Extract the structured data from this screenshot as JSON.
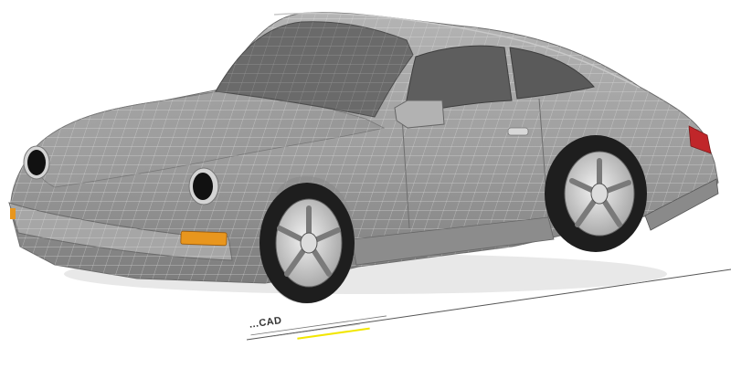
{
  "viewport": {
    "background": "#ffffff",
    "body_color": "#9a9a9a",
    "glass_color": "#5e5e5e",
    "tire_color": "#1e1e1e",
    "wire_color": "#e6e6e6",
    "turn_signal_color": "#e8961e",
    "tail_light_color": "#c0262a",
    "highlight_bar_color": "#f2e600"
  },
  "model": {
    "name": "wireframe-sports-coupe",
    "render_mode": "shaded-wireframe"
  },
  "watermark": {
    "logo_text": "...CAD"
  }
}
